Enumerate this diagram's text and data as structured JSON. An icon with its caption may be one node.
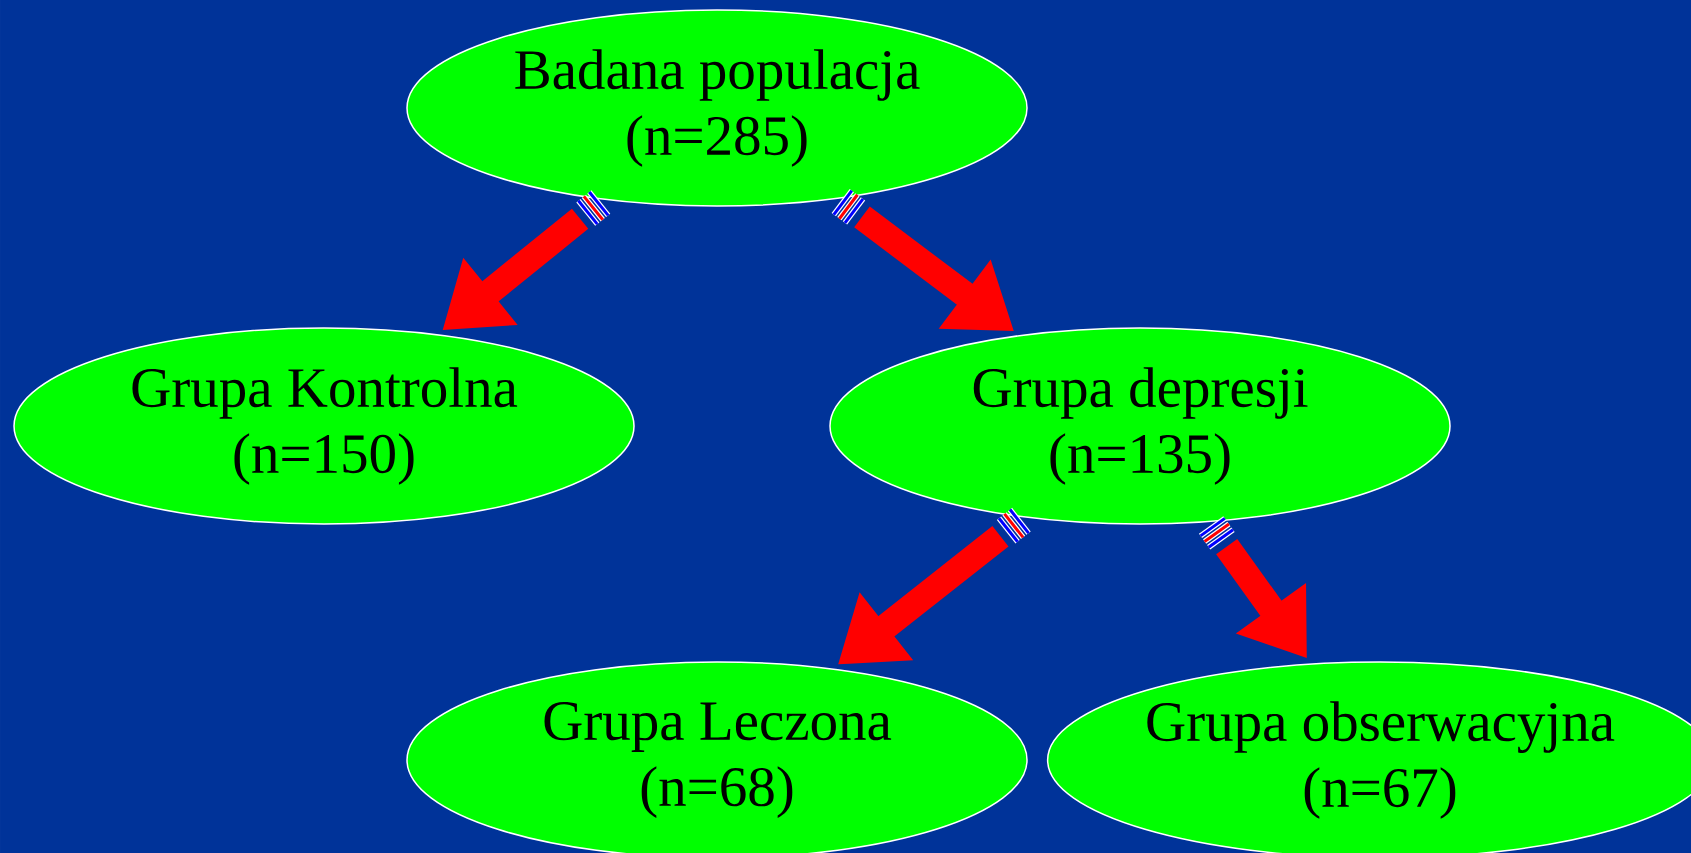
{
  "diagram": {
    "nodes": [
      {
        "text": [
          "Badana populacja",
          "(n=285)"
        ]
      },
      {
        "text": [
          "Grupa Kontrolna",
          "(n=150)"
        ]
      },
      {
        "text": [
          "Grupa depresji",
          "(n=135)"
        ]
      },
      {
        "text": [
          "Grupa Leczona",
          "(n=68)"
        ]
      },
      {
        "text": [
          "Grupa obserwacyjna",
          "(n=67)"
        ]
      }
    ],
    "edges": [
      {
        "from": 0,
        "to": 1,
        "arrow": "to"
      },
      {
        "from": 0,
        "to": 2,
        "arrow": "to"
      },
      {
        "from": 2,
        "to": 3,
        "arrow": "to"
      },
      {
        "from": 2,
        "to": 4,
        "arrow": "to"
      }
    ]
  }
}
